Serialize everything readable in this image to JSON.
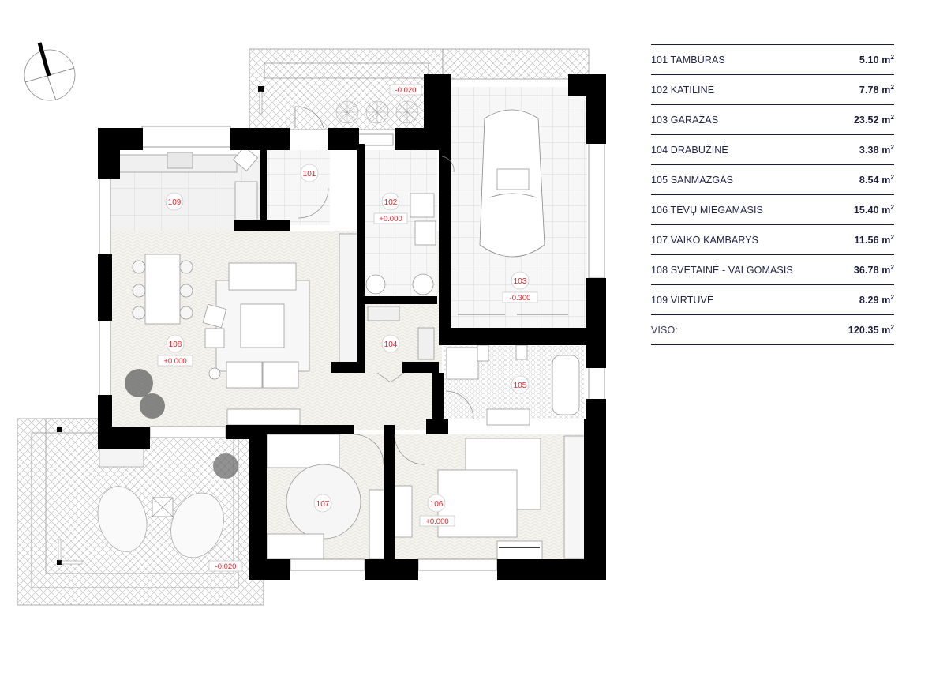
{
  "area_table": {
    "unit": "m²",
    "rows": [
      {
        "name": "101 TAMBŪRAS",
        "value": "5.10"
      },
      {
        "name": "102 KATILINĖ",
        "value": "7.78"
      },
      {
        "name": "103 GARAŽAS",
        "value": "23.52"
      },
      {
        "name": "104 DRABUŽINĖ",
        "value": "3.38"
      },
      {
        "name": "105 SANMAZGAS",
        "value": "8.54"
      },
      {
        "name": "106 TĖVŲ MIEGAMASIS",
        "value": "15.40"
      },
      {
        "name": "107 VAIKO KAMBARYS",
        "value": "11.56"
      },
      {
        "name": "108 SVETAINĖ - VALGOMASIS",
        "value": "36.78"
      },
      {
        "name": "109 VIRTUVĖ",
        "value": "8.29"
      }
    ],
    "total": {
      "name": "VISO:",
      "value": "120.35"
    }
  },
  "plan": {
    "compass_icon": "north-arrow-icon",
    "rooms": [
      {
        "id": "101",
        "level": ""
      },
      {
        "id": "102",
        "level": "+0.000"
      },
      {
        "id": "103",
        "level": "-0.300"
      },
      {
        "id": "104",
        "level": ""
      },
      {
        "id": "105",
        "level": ""
      },
      {
        "id": "106",
        "level": "+0.000"
      },
      {
        "id": "107",
        "level": ""
      },
      {
        "id": "108",
        "level": "+0.000"
      },
      {
        "id": "109",
        "level": ""
      }
    ],
    "terrace_levels": {
      "entrance": "-0.020",
      "terrace": "-0.020"
    },
    "colors": {
      "wall": "#000000",
      "label_red": "#e2232a",
      "table_text": "#1c1d3a"
    }
  }
}
